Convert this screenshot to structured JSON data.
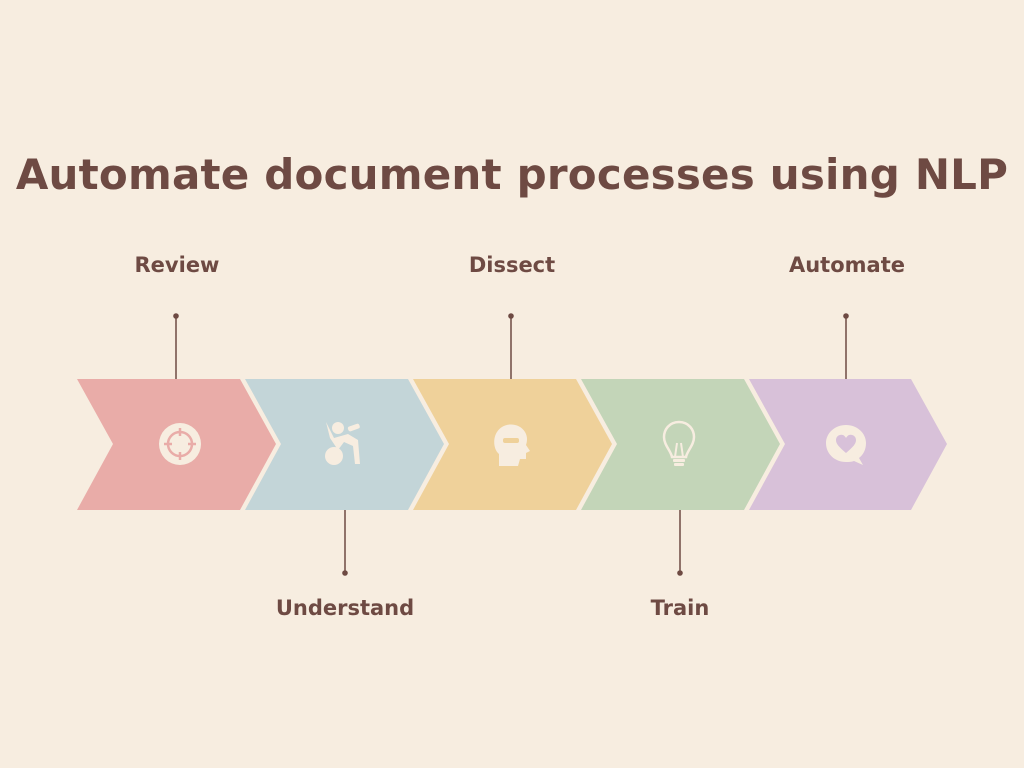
{
  "title": "Automate document processes using NLP",
  "colors": {
    "background": "#f7ede0",
    "text": "#6e4a43",
    "connector": "#6e4a43",
    "icon": "#f7ede0"
  },
  "steps": [
    {
      "label": "Review",
      "color": "#e9aca8",
      "icon": "target-icon",
      "label_position": "top"
    },
    {
      "label": "Understand",
      "color": "#c3d5d8",
      "icon": "person-lifting-icon",
      "label_position": "bottom"
    },
    {
      "label": "Dissect",
      "color": "#efd19a",
      "icon": "head-minus-icon",
      "label_position": "top"
    },
    {
      "label": "Train",
      "color": "#c3d5b8",
      "icon": "lightbulb-icon",
      "label_position": "bottom"
    },
    {
      "label": "Automate",
      "color": "#d8c1d9",
      "icon": "heart-chat-icon",
      "label_position": "top"
    }
  ]
}
